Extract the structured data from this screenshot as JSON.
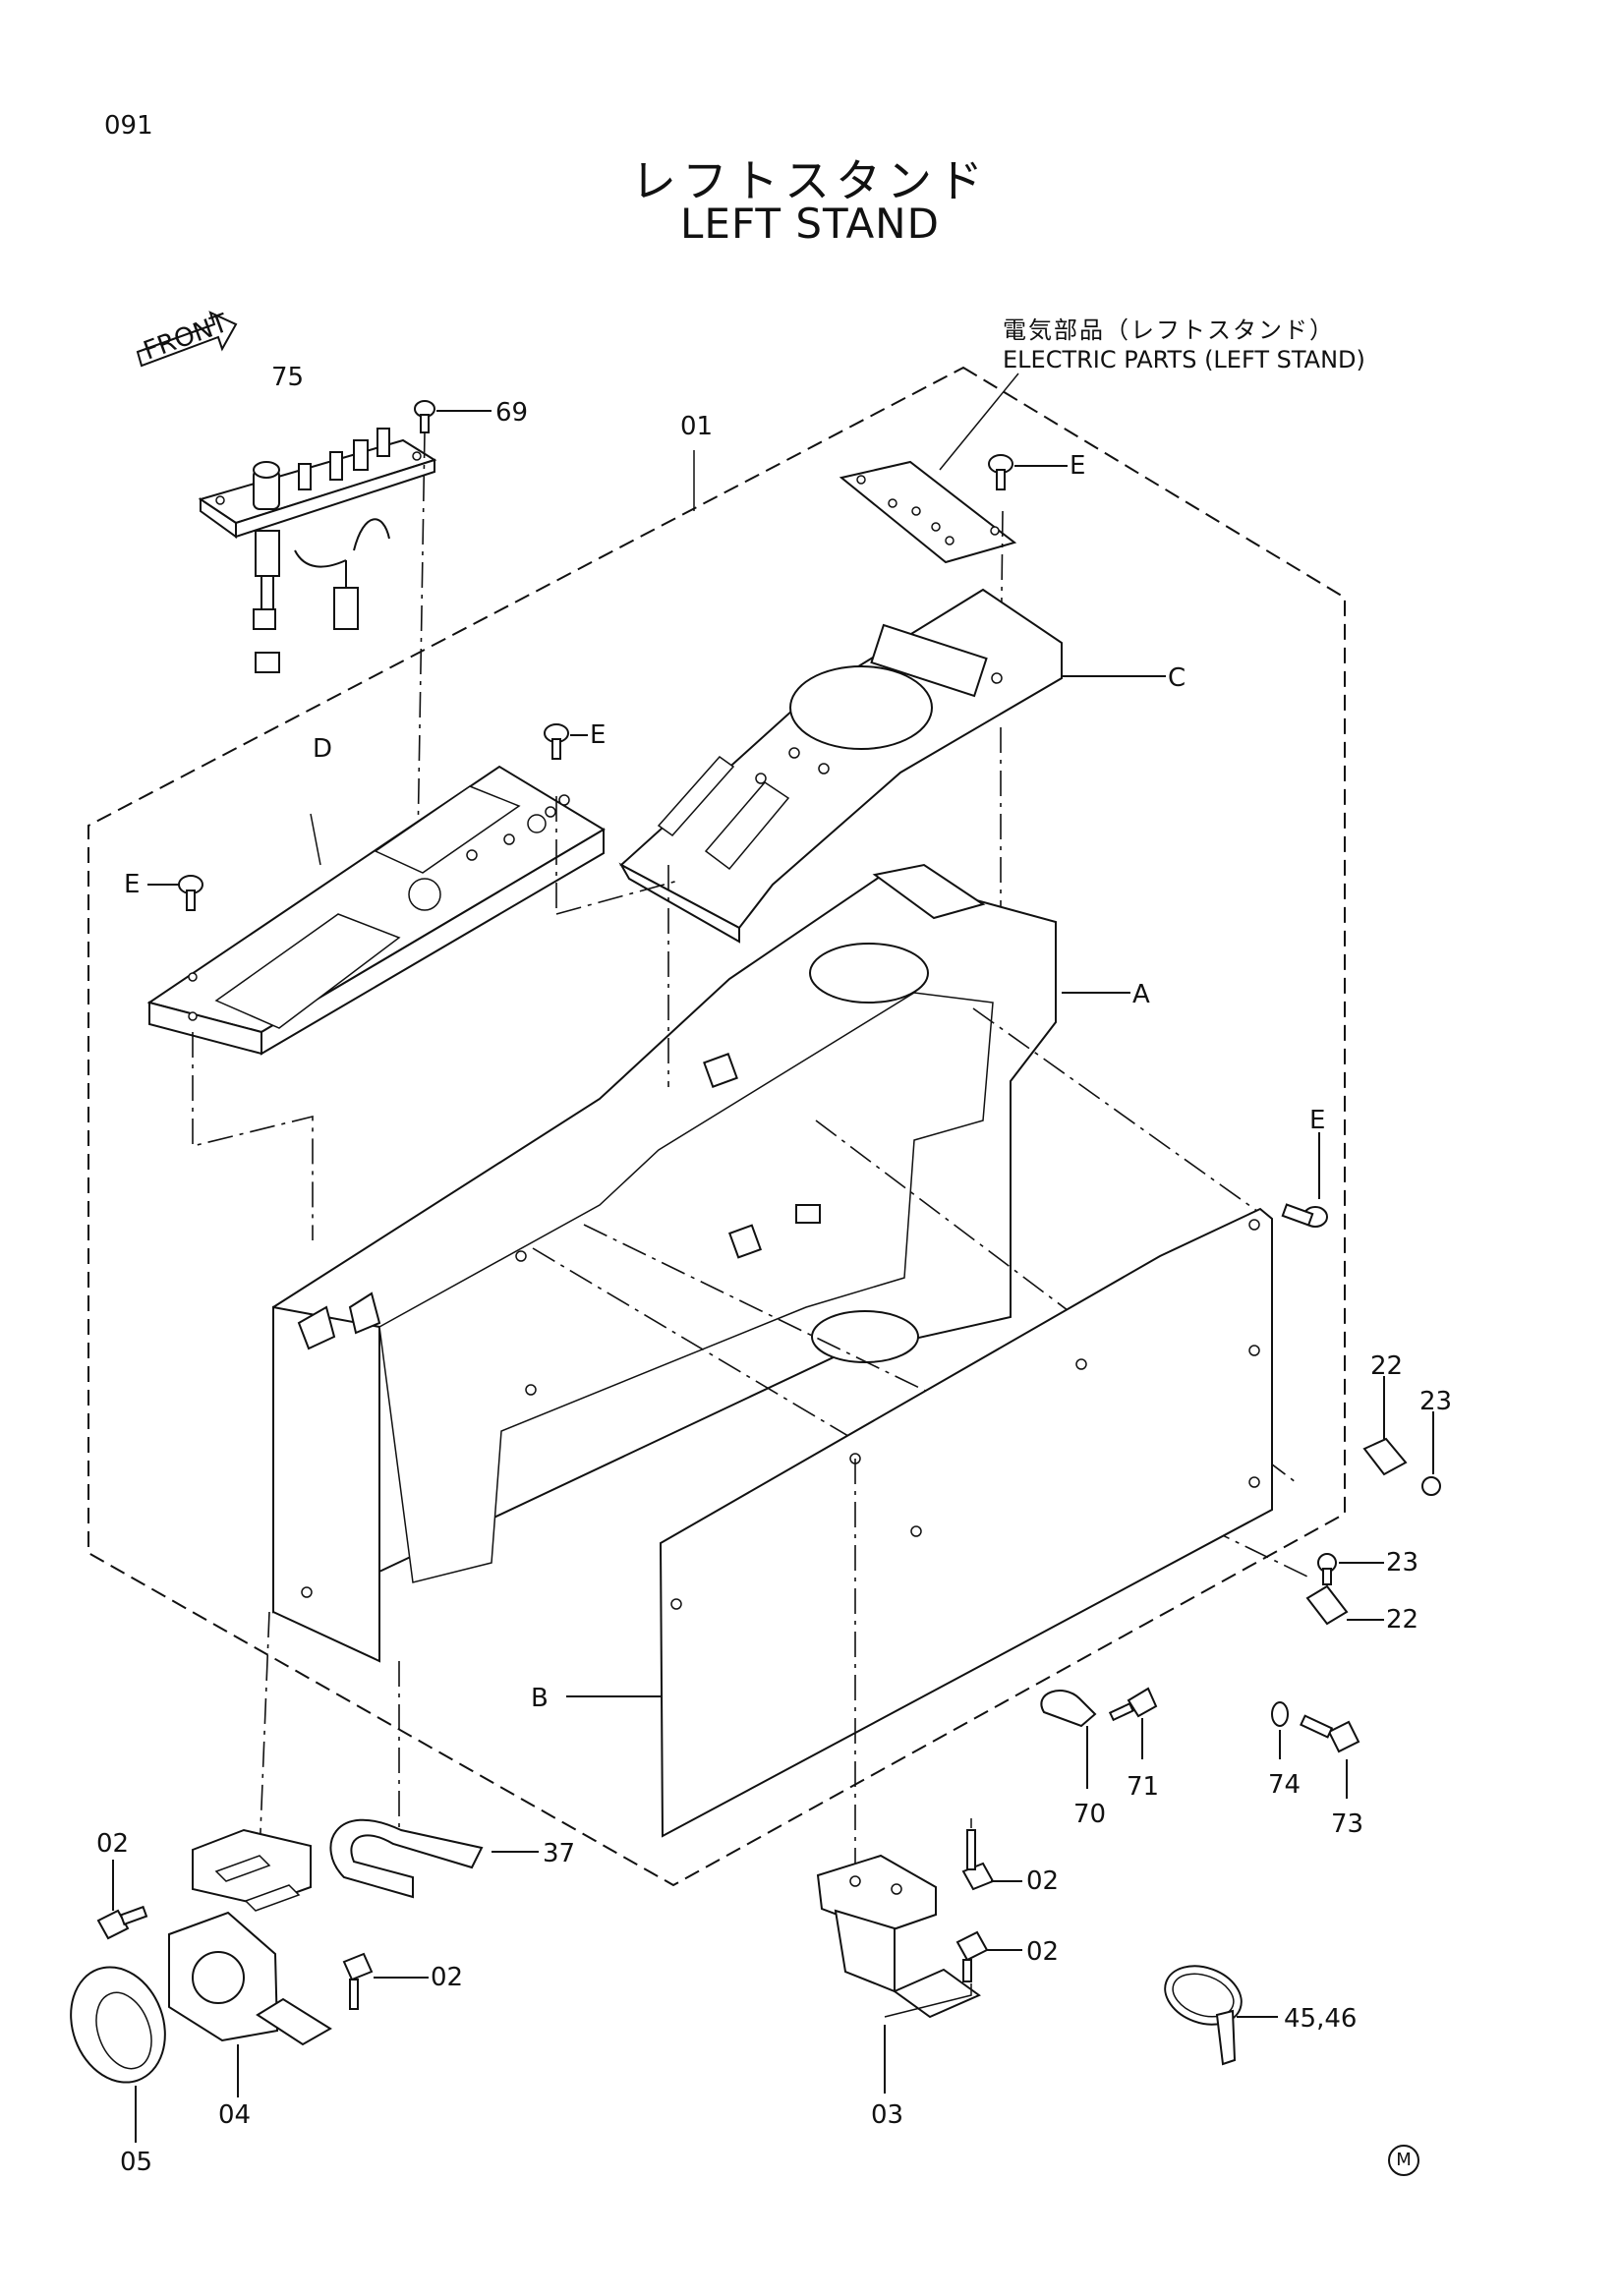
{
  "page_number": "091",
  "title": {
    "japanese": "レフトスタンド",
    "english": "LEFT STAND"
  },
  "electric_parts": {
    "japanese": "電気部品（レフトスタンド）",
    "english": "ELECTRIC PARTS (LEFT STAND)"
  },
  "front_arrow_label": "FRONT",
  "corner_mark": "M",
  "callouts": {
    "c75": "75",
    "c69": "69",
    "c01": "01",
    "cE1": "E",
    "cE2": "E",
    "cE3": "E",
    "cE4": "E",
    "cC": "C",
    "cD": "D",
    "cA": "A",
    "cB": "B",
    "c22a": "22",
    "c23a": "23",
    "c23b": "23",
    "c22b": "22",
    "c37": "37",
    "c02a": "02",
    "c02b": "02",
    "c02c": "02",
    "c02d": "02",
    "c04": "04",
    "c05": "05",
    "c03": "03",
    "c70": "70",
    "c71": "71",
    "c74": "74",
    "c73": "73",
    "c4546": "45,46"
  }
}
